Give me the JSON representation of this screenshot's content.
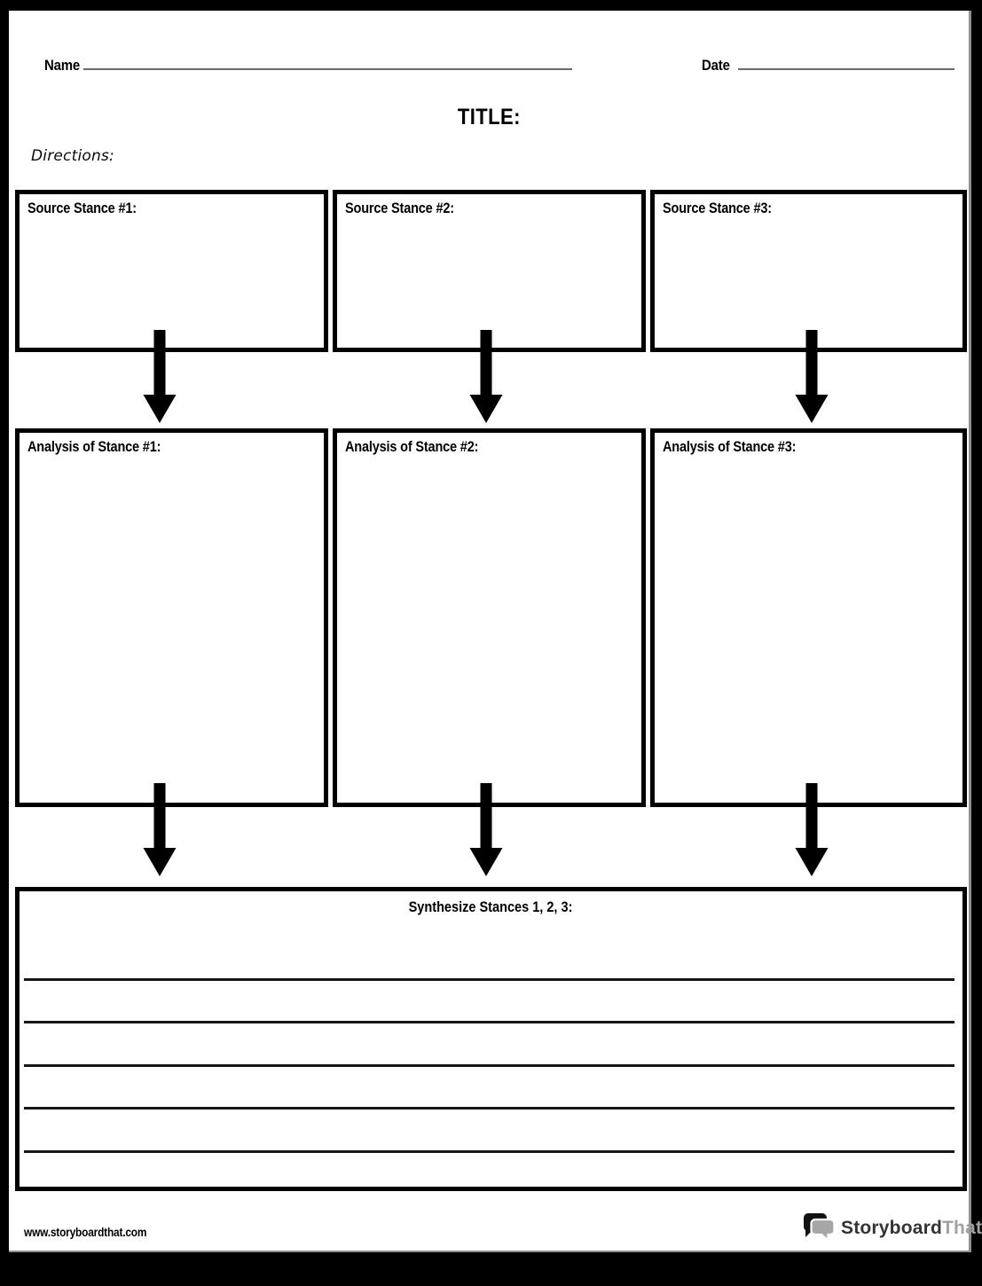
{
  "header": {
    "name_label": "Name",
    "date_label": "Date",
    "title": "TITLE:",
    "directions_label": "Directions:"
  },
  "source_boxes": [
    {
      "label": "Source Stance #1:"
    },
    {
      "label": "Source Stance #2:"
    },
    {
      "label": "Source Stance #3:"
    }
  ],
  "analysis_boxes": [
    {
      "label": "Analysis of Stance #1:"
    },
    {
      "label": "Analysis of Stance #2:"
    },
    {
      "label": "Analysis of Stance #3:"
    }
  ],
  "synthesis": {
    "label": "Synthesize Stances 1, 2, 3:",
    "line_count": 5
  },
  "footer": {
    "url": "www.storyboardthat.com",
    "logo_text_primary": "Storyboard",
    "logo_text_secondary": "That"
  },
  "icons": {
    "down_arrow": "solid black downward arrow",
    "logo_icon": "overlapping speech bubbles"
  },
  "colors": {
    "ink": "#000000",
    "page": "#ffffff",
    "frame": "#000000",
    "underline_gray": "#6a6a6a",
    "logo_dark": "#333333",
    "logo_gray": "#a2a2a2"
  }
}
